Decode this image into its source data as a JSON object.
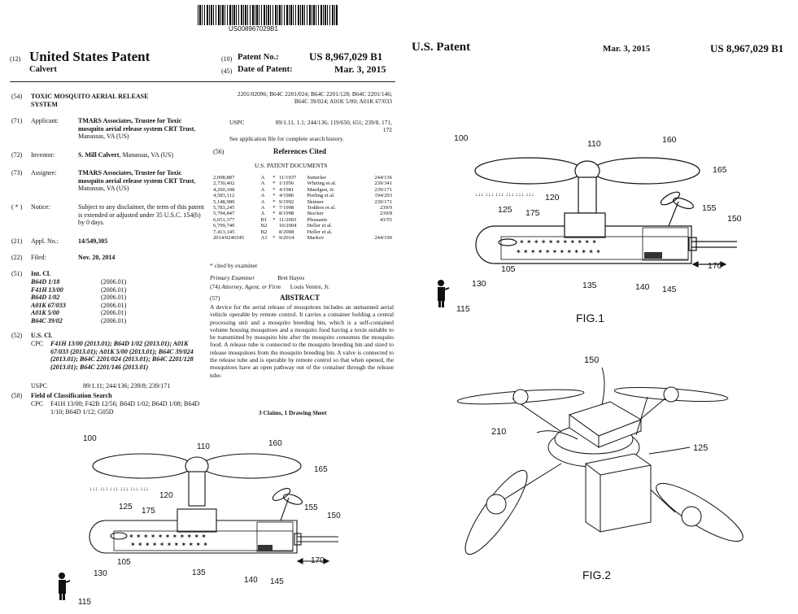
{
  "barcode_text": "US008967029B1",
  "left": {
    "header": {
      "code12": "(12)",
      "title": "United States Patent",
      "inventor_name": "Calvert",
      "code10": "(10)",
      "patent_no_label": "Patent No.:",
      "patent_no": "US 8,967,029 B1",
      "code45": "(45)",
      "date_label": "Date of Patent:",
      "date": "Mar. 3, 2015"
    },
    "fields": {
      "title": {
        "code": "(54)",
        "value": "TOXIC MOSQUITO AERIAL RELEASE SYSTEM"
      },
      "applicant": {
        "code": "(71)",
        "label": "Applicant:",
        "value_bold": "TMARS Associates, Trustee for Toxic mosquito aerial release system CRT Trust",
        "value_rest": ", Manassas, VA (US)"
      },
      "inventor": {
        "code": "(72)",
        "label": "Inventor:",
        "value_bold": "S. Mill Calvert",
        "value_rest": ", Manassas, VA (US)"
      },
      "assignee": {
        "code": "(73)",
        "label": "Assignee:",
        "value_bold": "TMARS Associates, Trustee for Toxic mosquito aerial release system CRT Trust",
        "value_rest": ", Manassas, VA (US)"
      },
      "notice": {
        "code": "( * )",
        "label": "Notice:",
        "value": "Subject to any disclaimer, the term of this patent is extended or adjusted under 35 U.S.C. 154(b) by 0 days."
      },
      "appl": {
        "code": "(21)",
        "label": "Appl. No.:",
        "value": "14/549,305"
      },
      "filed": {
        "code": "(22)",
        "label": "Filed:",
        "value": "Nov. 20, 2014"
      },
      "int_cl": {
        "code": "(51)",
        "label": "Int. Cl.",
        "rows": [
          {
            "cls": "B64D 1/18",
            "ver": "(2006.01)"
          },
          {
            "cls": "F41H 13/00",
            "ver": "(2006.01)"
          },
          {
            "cls": "B64D 1/02",
            "ver": "(2006.01)"
          },
          {
            "cls": "A01K 67/033",
            "ver": "(2006.01)"
          },
          {
            "cls": "A01K 5/00",
            "ver": "(2006.01)"
          },
          {
            "cls": "B64C 39/02",
            "ver": "(2006.01)"
          }
        ]
      },
      "us_cl": {
        "code": "(52)",
        "label": "U.S. Cl.",
        "cpc_label": "CPC",
        "cpc_text": "F41H 13/00 (2013.01); B64D 1/02 (2013.01); A01K 67/033 (2013.01); A01K 5/00 (2013.01); B64C 39/024 (2013.01); B64C 2201/024 (2013.01); B64C 2201/128 (2013.01); B64C 2201/146 (2013.01)",
        "uspc_label": "USPC",
        "uspc_text": "89/1.11; 244/136; 239/8; 239/171"
      },
      "field_search": {
        "code": "(58)",
        "label": "Field of Classification Search",
        "cpc_label": "CPC",
        "cpc_text": "F41H 13/00; F42B 12/56; B64D 1/02; B64D 1/08; B64D 1/10; B64D 1/12; G05D"
      }
    },
    "right_col": {
      "search_cont": "2201/02096; B64C 2201/024; B64C 2201/128; B64C 2201/146; B64C 39/024; A01K 5/00; A01K 67/033",
      "uspc_label": "USPC",
      "uspc_text": "89/1.11, 1.1; 244/136; 119/650, 651; 239/8, 171, 172",
      "see_app": "See application file for complete search history.",
      "code56": "(56)",
      "refs_title": "References Cited",
      "refs_subtitle": "U.S. PATENT DOCUMENTS",
      "refs": [
        {
          "no": "2,098,887",
          "k": "A",
          "s": "*",
          "date": "11/1937",
          "name": "Sutterlee",
          "cls": "244/136"
        },
        {
          "no": "2,730,402",
          "k": "A",
          "s": "*",
          "date": "1/1956",
          "name": "Whiting et al.",
          "cls": "239/341"
        },
        {
          "no": "4,260,108",
          "k": "A",
          "s": "*",
          "date": "4/1981",
          "name": "Maedgen, Jr.",
          "cls": "239/171"
        },
        {
          "no": "4,583,112",
          "k": "A",
          "s": "*",
          "date": "4/1986",
          "name": "Peeling et al.",
          "cls": "194/293"
        },
        {
          "no": "5,148,989",
          "k": "A",
          "s": "*",
          "date": "9/1992",
          "name": "Skinner",
          "cls": "239/171"
        },
        {
          "no": "5,783,245",
          "k": "A",
          "s": "*",
          "date": "7/1998",
          "name": "Tedders et al.",
          "cls": "239/9"
        },
        {
          "no": "5,794,847",
          "k": "A",
          "s": "*",
          "date": "8/1998",
          "name": "Stocker",
          "cls": "239/8"
        },
        {
          "no": "6,651,377",
          "k": "B1",
          "s": "*",
          "date": "11/2003",
          "name": "Pleasants",
          "cls": "43/55"
        },
        {
          "no": "6,799,740",
          "k": "B2",
          "s": "",
          "date": "10/2004",
          "name": "Heller et al.",
          "cls": ""
        },
        {
          "no": "7,413,145",
          "k": "B2",
          "s": "",
          "date": "8/2008",
          "name": "Heller et al.",
          "cls": ""
        },
        {
          "no": "2014/0246545",
          "k": "A1",
          "s": "*",
          "date": "9/2014",
          "name": "Markov",
          "cls": "244/190"
        }
      ],
      "cited": "* cited by examiner",
      "examiner_label": "Primary Examiner",
      "examiner": "Bret Hayes",
      "attorney_code": "(74)",
      "attorney_label": "Attorney, Agent, or Firm",
      "attorney": "Louis Ventre, Jr.",
      "abstract_code": "(57)",
      "abstract_title": "ABSTRACT",
      "abstract_text": "A device for the aerial release of mosquitoes includes an unmanned aerial vehicle operable by remote control. It carries a container holding a central processing unit and a mosquito breeding bin, which is a self-contained volume housing mosquitoes and a mosquito food having a toxin suitable to be transmitted by mosquito bite after the mosquito consumes the mosquito food. A release tube is connected to the mosquito breeding bin and sized to release mosquitoes from the mosquito breeding bin. A valve is connected to the release tube and is operable by remote control so that when opened, the mosquitoes have an open pathway out of the container through the release tube.",
      "claims": "3 Claims, 1 Drawing Sheet"
    },
    "figure_labels": [
      "100",
      "110",
      "160",
      "165",
      "120",
      "125",
      "175",
      "155",
      "150",
      "105",
      "135",
      "140",
      "145",
      "170",
      "130",
      "115"
    ]
  },
  "right": {
    "header": {
      "title": "U.S. Patent",
      "date": "Mar. 3, 2015",
      "number": "US 8,967,029 B1"
    },
    "fig1_labels": [
      "100",
      "110",
      "160",
      "165",
      "120",
      "125",
      "175",
      "155",
      "150",
      "105",
      "135",
      "140",
      "145",
      "170",
      "130",
      "115"
    ],
    "fig1_caption": "FIG.1",
    "fig2_labels": [
      "150",
      "210",
      "125"
    ],
    "fig2_caption": "FIG.2"
  }
}
